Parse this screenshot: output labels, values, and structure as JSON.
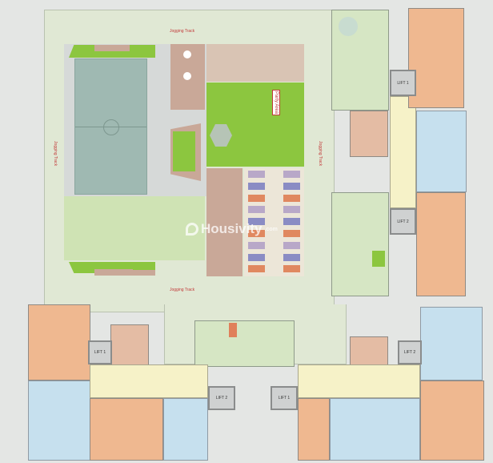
{
  "plan": {
    "labels": {
      "jogging_track": "Jogging Track",
      "party_area": "Party Area",
      "lift_1": "LIFT 1",
      "lift_2": "LIFT 2"
    },
    "watermark": {
      "brand": "Housivity",
      "suffix": ".com"
    },
    "colors": {
      "site_ground": "#e0e8d4",
      "lawn_green": "#8cc63f",
      "court": "#9fb9b2",
      "unit_orange": "#efb890",
      "unit_blue": "#c6e0ee",
      "corridor": "#f6f2c8",
      "amenity": "#d6e6c4"
    }
  }
}
